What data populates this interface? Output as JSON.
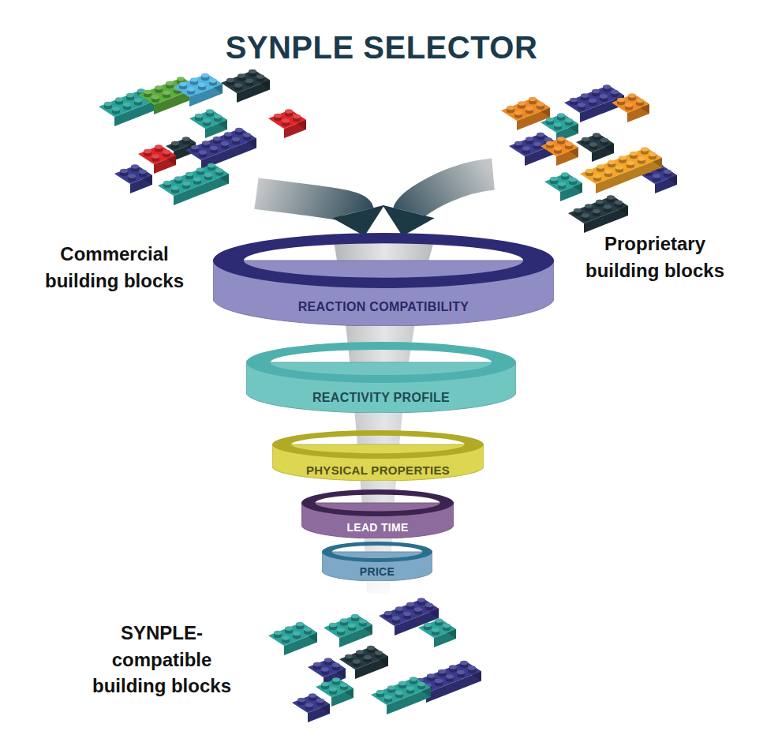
{
  "diagram": {
    "title": "SYNPLE SELECTOR",
    "nodes": [
      {
        "text": [
          "Commercial building blocks"
        ]
      },
      {
        "text": [
          "Proprietary building blocks"
        ]
      },
      {
        "text": [
          "REACTION COMPATIBILITY"
        ]
      },
      {
        "text": [
          "REACTIVITY PROFILE"
        ]
      },
      {
        "text": [
          "PHYSICAL PROPERTIES"
        ]
      },
      {
        "text": [
          "LEAD TIME"
        ]
      },
      {
        "text": [
          "PRICE"
        ]
      },
      {
        "text": [
          "SYNPLE-compatible building blocks"
        ]
      }
    ],
    "edges": [
      {
        "from": 0,
        "to": 2,
        "arrow": "to"
      },
      {
        "from": 1,
        "to": 2,
        "arrow": "to"
      }
    ]
  }
}
